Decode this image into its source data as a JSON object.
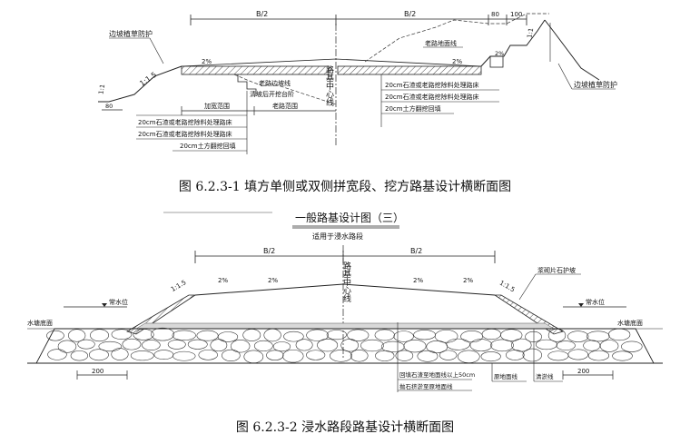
{
  "figure1": {
    "dim_half_left": "B/2",
    "dim_half_right": "B/2",
    "dim_top_right_a": "80",
    "dim_top_right_b": "100",
    "dim_bottom_left": "80",
    "label_slope_protect_left": "边坡植草防护",
    "label_slope_protect_right": "边坡植草防护",
    "label_old_ground": "老路地面线",
    "label_old_side_line": "老路边坡线",
    "label_bench": "清坡后开挖台阶",
    "label_widen_range": "加宽范围",
    "label_old_range": "老路范围",
    "label_centerline": "路基中心线",
    "slope_ratio_left": "1:1.5",
    "slope_ratio_bottom": "1:1",
    "slope_ratio_right": "1:1",
    "grade_left": "2%",
    "grade_right": "2%",
    "grade_right_small": "2%",
    "left_layers": [
      "20cm石渣或老路挖除料处理路床",
      "20cm石渣或老路挖除料处理路床",
      "20cm土方翻挖回填"
    ],
    "right_layers": [
      "20cm石渣或老路挖除料处理路床",
      "20cm石渣或老路挖除料处理路床",
      "20cm土方翻挖回填"
    ],
    "caption": "图 6.2.3-1  填方单侧或双侧拼宽段、挖方路基设计横断面图"
  },
  "figure2": {
    "title": "一般路基设计图（三）",
    "subtitle": "适用于浸水路段",
    "dim_half_left": "B/2",
    "dim_half_right": "B/2",
    "label_centerline": "路基中心线",
    "grade_1": "2%",
    "grade_2": "2%",
    "grade_3": "2%",
    "grade_4": "2%",
    "slope_ratio_left": "1:1.5",
    "slope_ratio_right": "1:1.5",
    "label_water_left": "常水位",
    "label_water_right": "常水位",
    "label_channel_left": "水塘底面",
    "label_channel_right": "水塘底面",
    "label_riprap": "浆砌片石护坡",
    "dim_left": "200",
    "dim_right": "200",
    "label_fill_note": "回填石渣至地面线以上50cm",
    "label_stone_note": "抛石挤淤至原地面线",
    "label_ground_line": "原地面线",
    "label_silt_line": "清淤线",
    "caption": "图 6.2.3-2 浸水路段路基设计横断面图"
  }
}
